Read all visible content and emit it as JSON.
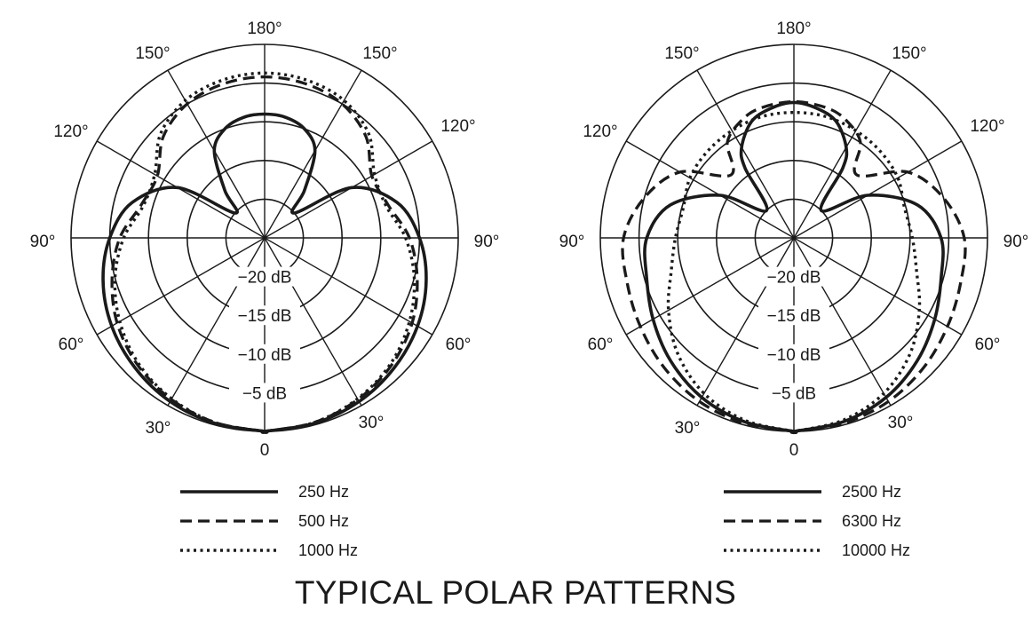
{
  "title": "TYPICAL POLAR PATTERNS",
  "chart_data": [
    {
      "type": "line",
      "coordinate_system": "polar",
      "angle_unit": "degrees",
      "radial_unit": "dB",
      "angle_labels": [
        "0",
        "30°",
        "60°",
        "90°",
        "120°",
        "150°",
        "180°"
      ],
      "radial_ticks": [
        "−20 dB",
        "−15 dB",
        "−10 dB",
        "−5 dB"
      ],
      "rlim": [
        -25,
        0
      ],
      "series": [
        {
          "name": "250 Hz",
          "line_style": "solid",
          "angles": [
            0,
            15,
            30,
            45,
            60,
            75,
            90,
            105,
            120,
            130,
            140,
            150,
            160,
            170,
            180
          ],
          "values": [
            0,
            -0.2,
            -0.6,
            -1.3,
            -2.2,
            -3.4,
            -5.0,
            -7.3,
            -12.0,
            -20.0,
            -17.0,
            -12.0,
            -10.0,
            -9.2,
            -9.0
          ]
        },
        {
          "name": "500 Hz",
          "line_style": "dashed",
          "angles": [
            0,
            15,
            30,
            45,
            60,
            75,
            90,
            105,
            120,
            135,
            150,
            165,
            180
          ],
          "values": [
            0,
            -0.3,
            -0.9,
            -1.8,
            -3.0,
            -4.6,
            -6.3,
            -8.5,
            -9.0,
            -6.5,
            -5.0,
            -4.4,
            -4.2
          ]
        },
        {
          "name": "1000 Hz",
          "line_style": "dotted",
          "angles": [
            0,
            15,
            30,
            45,
            60,
            75,
            90,
            105,
            120,
            135,
            150,
            165,
            180
          ],
          "values": [
            0,
            -0.3,
            -1.0,
            -2.0,
            -3.4,
            -5.0,
            -6.8,
            -8.8,
            -8.6,
            -6.0,
            -4.5,
            -3.9,
            -3.7
          ]
        },
        {
          "name": "2500 Hz",
          "line_style": "solid",
          "angles": [
            0,
            15,
            30,
            45,
            60,
            75,
            90,
            105,
            120,
            135,
            145,
            150,
            160,
            170,
            180
          ],
          "values": [
            0,
            -0.4,
            -1.2,
            -2.5,
            -4.0,
            -5.3,
            -6.0,
            -8.5,
            -14.0,
            -20.0,
            -14.0,
            -11.5,
            -9.0,
            -8.0,
            -7.5
          ]
        },
        {
          "name": "6300 Hz",
          "line_style": "dashed",
          "angles": [
            0,
            15,
            30,
            45,
            60,
            75,
            90,
            105,
            120,
            135,
            145,
            155,
            165,
            180
          ],
          "values": [
            0,
            -0.2,
            -0.6,
            -1.3,
            -2.1,
            -2.7,
            -3.0,
            -5.0,
            -8.0,
            -13.5,
            -10.0,
            -8.5,
            -7.7,
            -7.4
          ]
        },
        {
          "name": "10000 Hz",
          "line_style": "dotted",
          "angles": [
            0,
            15,
            30,
            45,
            60,
            75,
            90,
            105,
            120,
            135,
            150,
            165,
            180
          ],
          "values": [
            0,
            -0.6,
            -1.8,
            -3.8,
            -6.3,
            -8.6,
            -9.7,
            -10.2,
            -9.5,
            -9.2,
            -9.0,
            -8.8,
            -8.8
          ]
        }
      ]
    }
  ],
  "plots": [
    {
      "legend": [
        "250 Hz",
        "500 Hz",
        "1000 Hz"
      ]
    },
    {
      "legend": [
        "2500 Hz",
        "6300 Hz",
        "10000 Hz"
      ]
    }
  ]
}
